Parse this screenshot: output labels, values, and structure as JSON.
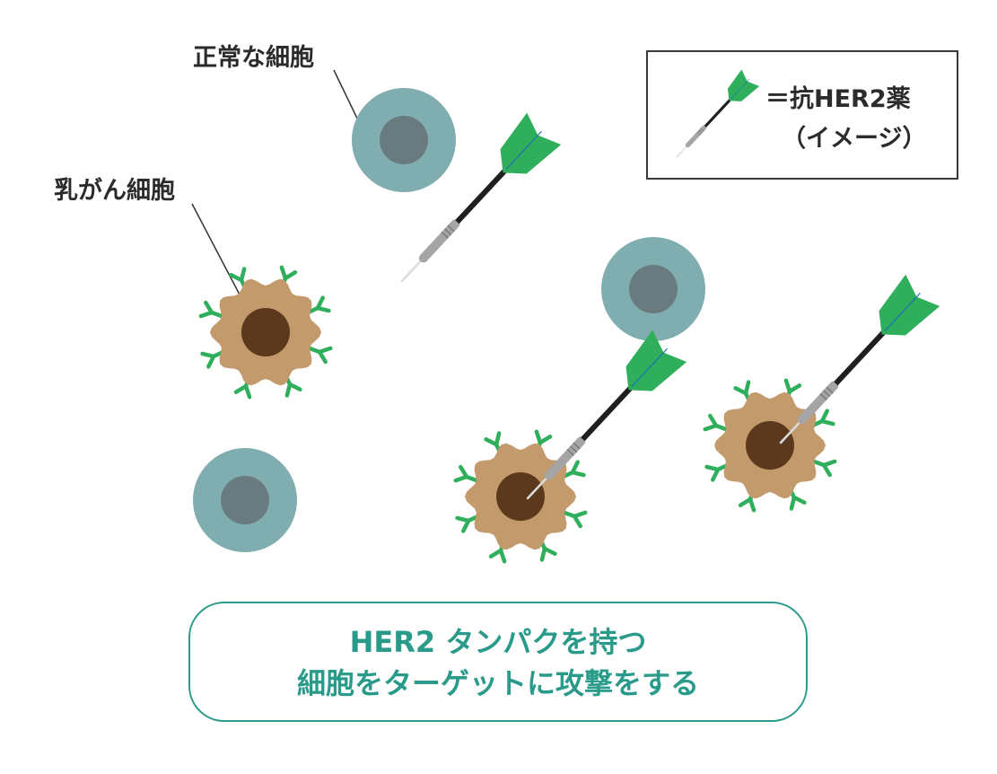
{
  "labels": {
    "normal_cell": "正常な細胞",
    "cancer_cell": "乳がん細胞"
  },
  "legend": {
    "line1": "＝抗HER2薬",
    "line2": "（イメージ）"
  },
  "caption": {
    "line1": "HER2 タンパクを持つ",
    "line2": "細胞をターゲットに攻撃をする"
  },
  "colors": {
    "normal_outer": "#80adb0",
    "normal_inner": "#6a7b80",
    "cancer_body": "#c39a6b",
    "cancer_nucleus": "#5c381d",
    "receptor": "#2fae5c",
    "dart_flight": "#2fae5c",
    "dart_shaft": "#1f1f1f",
    "dart_barrel": "#a5a5a5",
    "caption": "#2a9a8a"
  }
}
